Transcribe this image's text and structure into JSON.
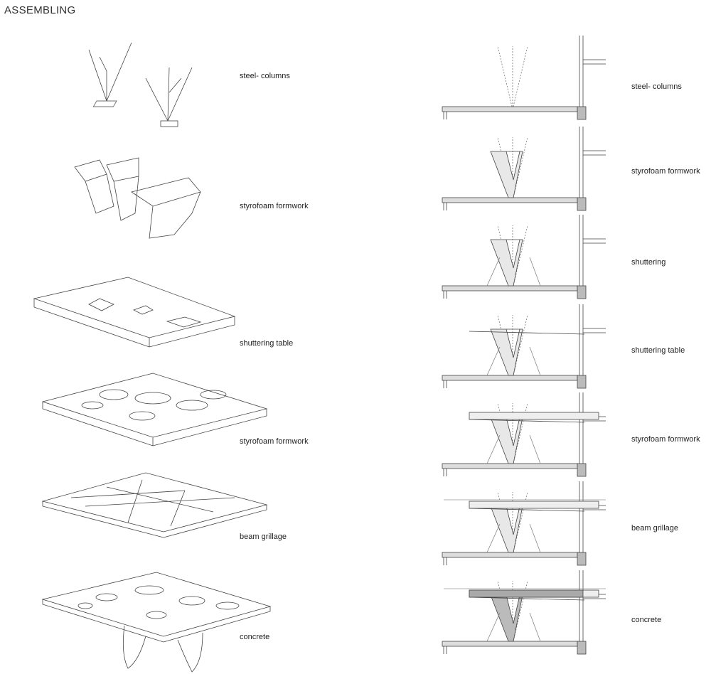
{
  "title": "ASSEMBLING",
  "left_steps": [
    {
      "label": "steel- columns"
    },
    {
      "label": "styrofoam formwork"
    },
    {
      "label": "shuttering table"
    },
    {
      "label": "styrofoam formwork"
    },
    {
      "label": "beam grillage"
    },
    {
      "label": "concrete"
    }
  ],
  "right_steps": [
    {
      "label": "steel- columns"
    },
    {
      "label": "styrofoam formwork"
    },
    {
      "label": "shuttering"
    },
    {
      "label": "shuttering table"
    },
    {
      "label": "styrofoam formwork"
    },
    {
      "label": "beam grillage"
    },
    {
      "label": "concrete"
    }
  ]
}
